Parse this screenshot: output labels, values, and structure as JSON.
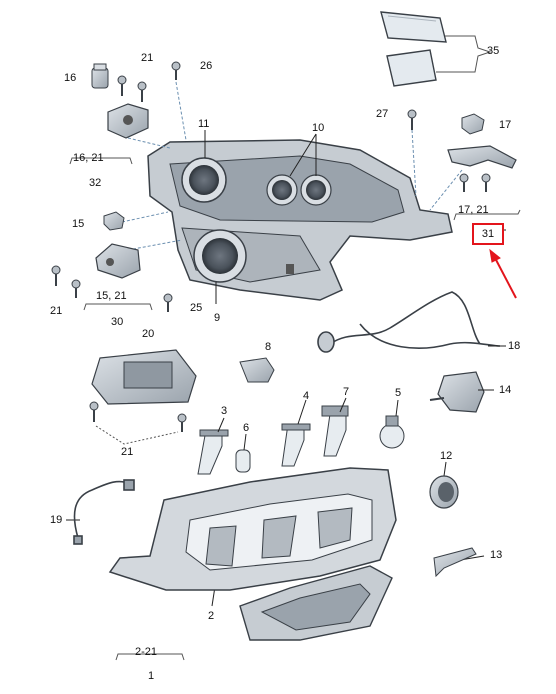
{
  "parts": [
    {
      "id": "p16",
      "text": "16"
    },
    {
      "id": "p21a",
      "text": "21"
    },
    {
      "id": "p26",
      "text": "26"
    },
    {
      "id": "p35",
      "text": "35"
    },
    {
      "id": "p11",
      "text": "11"
    },
    {
      "id": "p10",
      "text": "10"
    },
    {
      "id": "p27",
      "text": "27"
    },
    {
      "id": "p17",
      "text": "17"
    },
    {
      "id": "p16_21",
      "text": "16, 21"
    },
    {
      "id": "p32",
      "text": "32"
    },
    {
      "id": "p15",
      "text": "15"
    },
    {
      "id": "p17_21",
      "text": "17, 21"
    },
    {
      "id": "p31",
      "text": "31"
    },
    {
      "id": "p21b",
      "text": "21"
    },
    {
      "id": "p15_21",
      "text": "15, 21"
    },
    {
      "id": "p30",
      "text": "30"
    },
    {
      "id": "p25",
      "text": "25"
    },
    {
      "id": "p9",
      "text": "9"
    },
    {
      "id": "p20",
      "text": "20"
    },
    {
      "id": "p8",
      "text": "8"
    },
    {
      "id": "p18",
      "text": "18"
    },
    {
      "id": "p14",
      "text": "14"
    },
    {
      "id": "p3",
      "text": "3"
    },
    {
      "id": "p4",
      "text": "4"
    },
    {
      "id": "p7",
      "text": "7"
    },
    {
      "id": "p5",
      "text": "5"
    },
    {
      "id": "p6",
      "text": "6"
    },
    {
      "id": "p21c",
      "text": "21"
    },
    {
      "id": "p12",
      "text": "12"
    },
    {
      "id": "p19",
      "text": "19"
    },
    {
      "id": "p13",
      "text": "13"
    },
    {
      "id": "p2",
      "text": "2"
    },
    {
      "id": "p2_21",
      "text": "2-21"
    },
    {
      "id": "p1",
      "text": "1"
    }
  ],
  "highlight": {
    "label": "31",
    "color": "#e3151c"
  },
  "colors": {
    "part_fill": "#c6ccd2",
    "part_stroke": "#3a4047",
    "leader": "#6b8fb0",
    "glass": "#e4eaef"
  }
}
